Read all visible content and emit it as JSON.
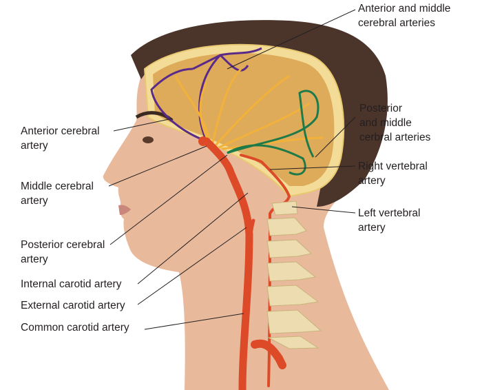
{
  "title": "Arteries of the head and neck",
  "colors": {
    "hair": "#4b342a",
    "skin": "#e9b99c",
    "skull": "#f3dc98",
    "brain": "#d9a24f",
    "artery": "#dc4a28",
    "anterior": "#5a2a8a",
    "posterior": "#1f7a4a",
    "middle": "#f1b13a",
    "bone": "#ecdcaf"
  },
  "labels": {
    "anterior_middle_cerebral": "Anterior and middle\ncerebral arteries",
    "anterior_cerebral": "Anterior cerebral\nartery",
    "middle_cerebral": "Middle cerebral\nartery",
    "posterior_cerebral": "Posterior cerebral\nartery",
    "internal_carotid": "Internal carotid artery",
    "external_carotid": "External carotid artery",
    "common_carotid": "Common carotid artery",
    "posterior_middle_cerbral": "Posterior\nand middle\ncerbral arteries",
    "right_vertebral": "Right vertebral\nartery",
    "left_vertebral": "Left vertebral\nartery"
  }
}
